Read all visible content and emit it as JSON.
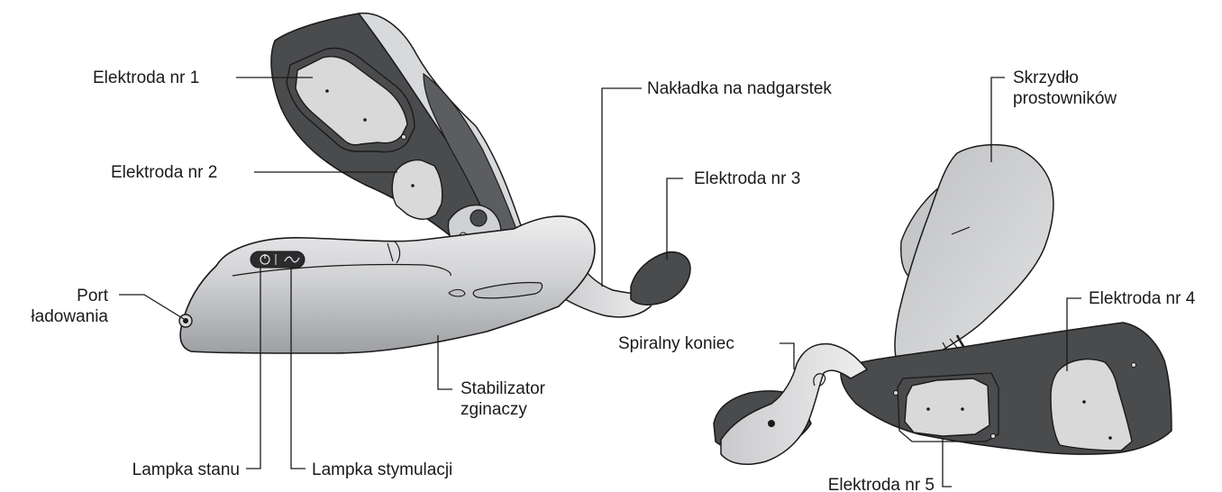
{
  "labels": {
    "electrode_1": "Elektroda nr 1",
    "electrode_2": "Elektroda nr 2",
    "electrode_3": "Elektroda nr 3",
    "electrode_4": "Elektroda nr 4",
    "electrode_5": "Elektroda nr 5",
    "wrist_cover": "Nakładka na nadgarstek",
    "extensor_wing_line1": "Skrzydło",
    "extensor_wing_line2": "prostowników",
    "charging_port_line1": "Port",
    "charging_port_line2": "ładowania",
    "spiral_end": "Spiralny koniec",
    "flexor_stabilizer_line1": "Stabilizator",
    "flexor_stabilizer_line2": "zginaczy",
    "status_lamp": "Lampka stanu",
    "stimulation_lamp": "Lampka stymulacji"
  },
  "colors": {
    "shell_light": "#d4d5d7",
    "shell_mid": "#a8aaad",
    "shell_dark": "#4a4b4d",
    "electrode": "#d9d9d9",
    "outline": "#1a1a1a"
  }
}
